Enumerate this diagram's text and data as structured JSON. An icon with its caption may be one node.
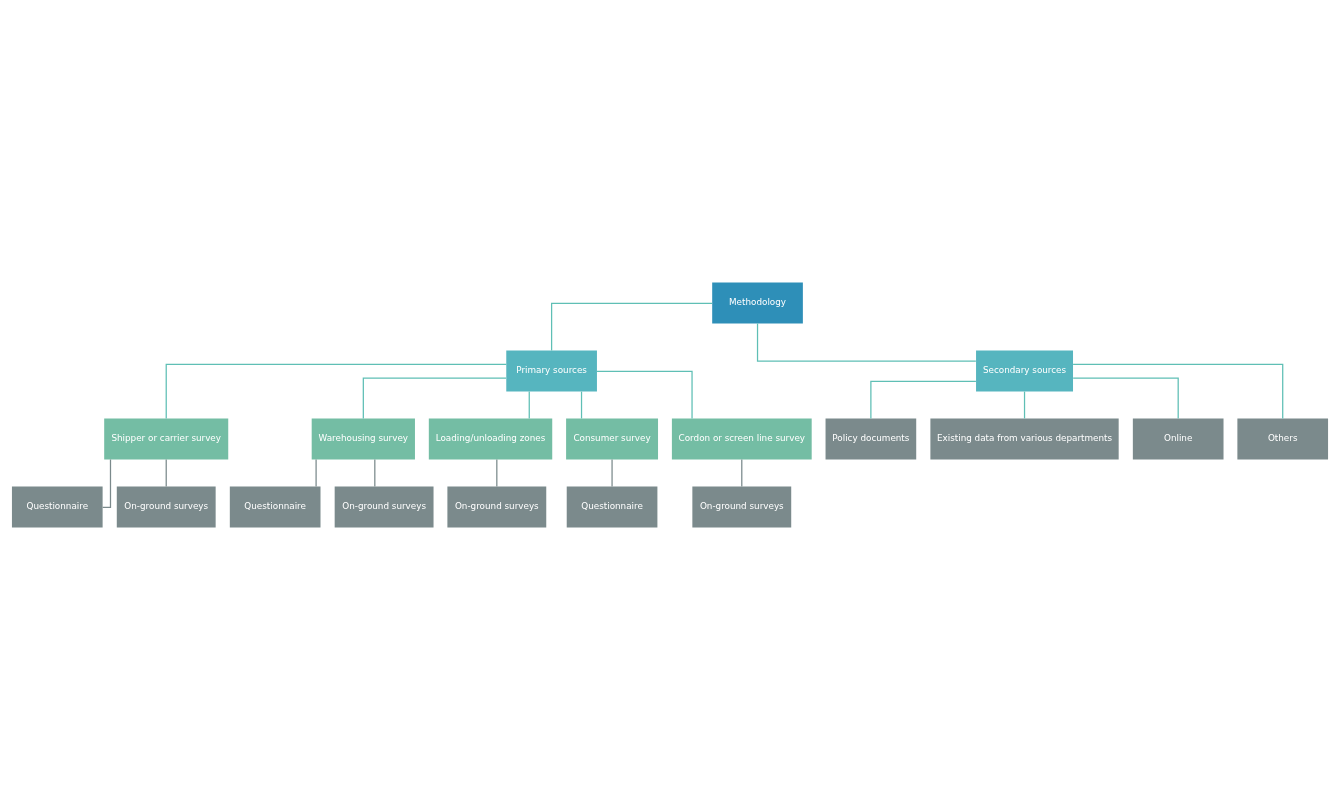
{
  "diagram": {
    "nodes": [
      {
        "text": [
          "Methodology"
        ]
      },
      {
        "text": [
          "Primary sources"
        ]
      },
      {
        "text": [
          "Secondary sources"
        ]
      },
      {
        "text": [
          "Shipper or carrier survey"
        ]
      },
      {
        "text": [
          "Warehousing survey"
        ]
      },
      {
        "text": [
          "Loading/unloading zones"
        ]
      },
      {
        "text": [
          "Consumer survey"
        ]
      },
      {
        "text": [
          "Cordon or screen line survey"
        ]
      },
      {
        "text": [
          "Questionnaire"
        ]
      },
      {
        "text": [
          "On-ground surveys"
        ]
      },
      {
        "text": [
          "Questionnaire"
        ]
      },
      {
        "text": [
          "On-ground surveys"
        ]
      },
      {
        "text": [
          "On-ground surveys"
        ]
      },
      {
        "text": [
          "Questionnaire"
        ]
      },
      {
        "text": [
          "On-ground surveys"
        ]
      },
      {
        "text": [
          "Policy documents"
        ]
      },
      {
        "text": [
          "Existing data from various departments"
        ]
      },
      {
        "text": [
          "Online"
        ]
      },
      {
        "text": [
          "Others"
        ]
      }
    ],
    "edges": [
      {
        "from": 0,
        "to": 1,
        "arrow": "none"
      },
      {
        "from": 0,
        "to": 2,
        "arrow": "none"
      },
      {
        "from": 1,
        "to": 3,
        "arrow": "none"
      },
      {
        "from": 1,
        "to": 4,
        "arrow": "none"
      },
      {
        "from": 1,
        "to": 5,
        "arrow": "none"
      },
      {
        "from": 1,
        "to": 6,
        "arrow": "none"
      },
      {
        "from": 1,
        "to": 7,
        "arrow": "none"
      },
      {
        "from": 3,
        "to": 8,
        "arrow": "none",
        "color": "#7b8a8c"
      },
      {
        "from": 3,
        "to": 9,
        "arrow": "none",
        "color": "#7b8a8c"
      },
      {
        "from": 4,
        "to": 10,
        "arrow": "none",
        "color": "#7b8a8c"
      },
      {
        "from": 4,
        "to": 11,
        "arrow": "none",
        "color": "#7b8a8c"
      },
      {
        "from": 5,
        "to": 12,
        "arrow": "none",
        "color": "#7b8a8c"
      },
      {
        "from": 6,
        "to": 13,
        "arrow": "none",
        "color": "#7b8a8c"
      },
      {
        "from": 7,
        "to": 14,
        "arrow": "none",
        "color": "#7b8a8c"
      },
      {
        "from": 2,
        "to": 15,
        "arrow": "none"
      },
      {
        "from": 2,
        "to": 16,
        "arrow": "none"
      },
      {
        "from": 2,
        "to": 17,
        "arrow": "none"
      },
      {
        "from": 2,
        "to": 18,
        "arrow": "none"
      }
    ]
  }
}
